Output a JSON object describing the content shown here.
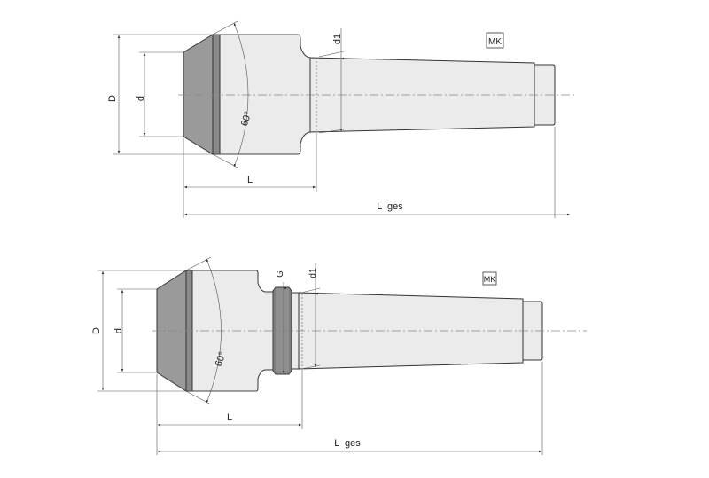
{
  "drawings": [
    {
      "name": "live-center-standard",
      "labels": {
        "D": "D",
        "d": "d",
        "d1": "d1",
        "angle": "60°",
        "L": "L",
        "L_ges": "L  ges",
        "MK": "MK"
      }
    },
    {
      "name": "live-center-with-thread",
      "labels": {
        "D": "D",
        "d": "d",
        "d1": "d1",
        "G": "G",
        "angle": "60°",
        "L": "L",
        "L_ges": "L  ges",
        "MK": "MK"
      }
    }
  ],
  "colors": {
    "body": "#ebebeb",
    "cone": "#9a9a9a",
    "band": "#8a8a8a",
    "line": "#333333"
  }
}
